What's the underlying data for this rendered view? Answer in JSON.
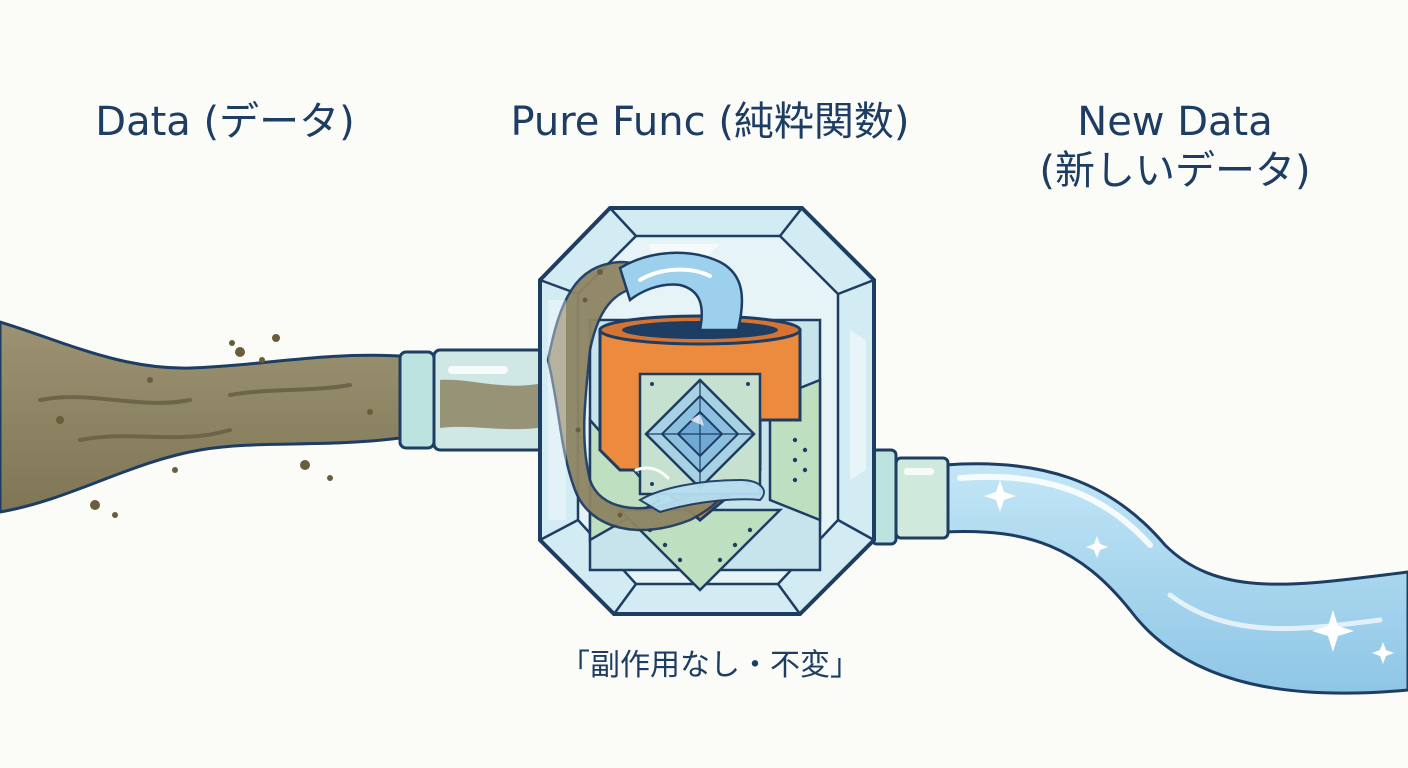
{
  "labels": {
    "input": "Data (データ)",
    "function": "Pure Func (純粋関数)",
    "output_line1": "New Data",
    "output_line2": "(新しいデータ)",
    "note": "「副作用なし・不変」"
  },
  "colors": {
    "dirty_stream": "#8d8463",
    "clean_stream": "#9dd0ec",
    "crystal": "#cfe8f0",
    "outline": "#1e3d63",
    "core_orange": "#ec8a3d",
    "core_green": "#bfe0c0",
    "gem_blue": "#7fb5dc",
    "connector": "#bde3e0"
  },
  "icons": {
    "sparkle": "sparkle-icon",
    "gem": "crystal-gem-icon"
  }
}
